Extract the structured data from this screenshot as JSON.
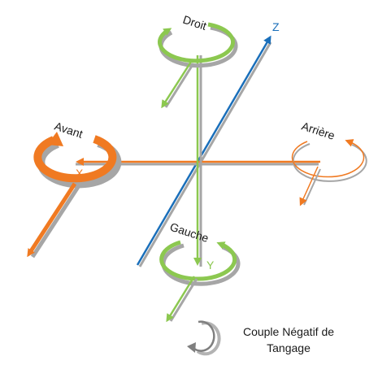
{
  "axes": {
    "x_label": "X",
    "y_label": "Y",
    "z_label": "Z"
  },
  "rotors": {
    "front": "Avant",
    "rear": "Arrière",
    "right": "Droit",
    "left": "Gauche"
  },
  "legend": {
    "line1": "Couple Négatif de",
    "line2": "Tangage"
  },
  "colors": {
    "orange": "#f07a22",
    "green": "#8cc850",
    "blue": "#1a6fba",
    "shadow": "#a6a6a6"
  }
}
